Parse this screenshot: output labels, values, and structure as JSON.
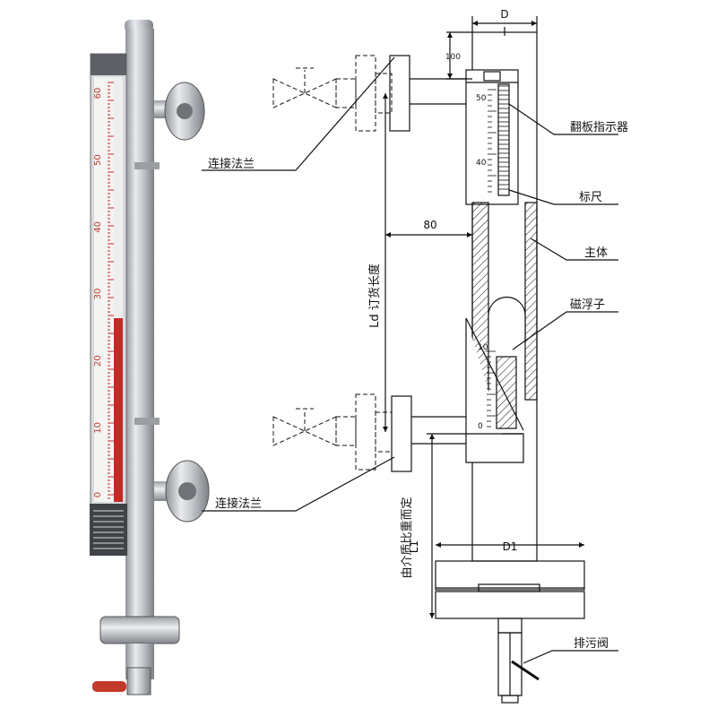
{
  "photo": {
    "scale_labels": [
      "60",
      "50",
      "40",
      "30",
      "20",
      "10",
      "0"
    ],
    "brand_marks": "nameplate-text"
  },
  "drawing": {
    "dims": {
      "d": "D",
      "top_gap": "100",
      "offset": "80",
      "ld": "Ld 订货长度",
      "l1": "L1",
      "l1_note": "由介质比重而定",
      "d1": "D1"
    },
    "top_scale": [
      "50",
      "40"
    ],
    "bottom_scale": [
      "10",
      "0"
    ],
    "labels": {
      "flange_top": "连接法兰",
      "flap_indicator": "翻板指示器",
      "ruler": "标尺",
      "body": "主体",
      "float": "磁浮子",
      "flange_bottom": "连接法兰",
      "drain": "排污阀"
    }
  },
  "colors": {
    "steel": "#b9bcc0",
    "red": "#c62828",
    "line": "#111111"
  }
}
